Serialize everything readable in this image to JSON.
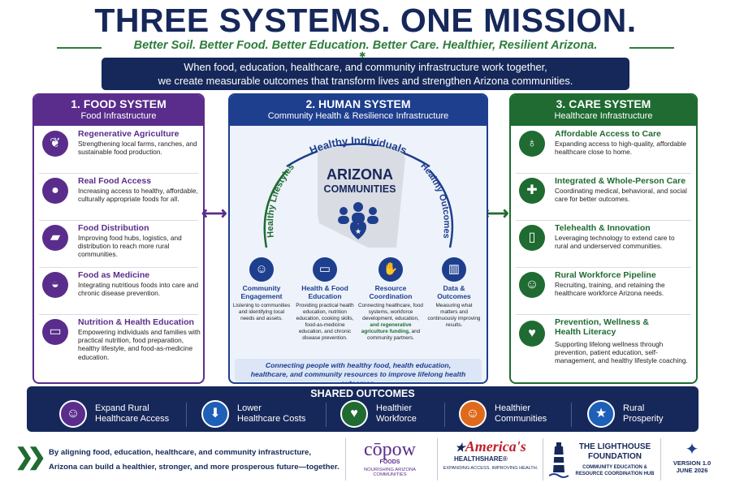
{
  "header": {
    "title": "THREE SYSTEMS. ONE MISSION.",
    "subtitle": "Better Soil. Better Food. Better Education. Better Care. Healthier, Resilient Arizona.",
    "banner_line1": "When food, education, healthcare, and community infrastructure work together,",
    "banner_line2": "we create measurable outcomes that transform lives and strengthen Arizona communities."
  },
  "colors": {
    "navy": "#16285a",
    "purple": "#5a2d8c",
    "blue": "#1e3f8e",
    "green": "#1f6b31",
    "orange": "#e06a1c"
  },
  "food": {
    "title": "1. FOOD SYSTEM",
    "subtitle": "Food Infrastructure",
    "items": [
      {
        "icon": "sprout-icon",
        "title": "Regenerative Agriculture",
        "desc": "Strengthening local farms, ranches, and sustainable food production."
      },
      {
        "icon": "apple-icon",
        "title": "Real Food Access",
        "desc": "Increasing access to healthy, affordable, culturally appropriate foods for all."
      },
      {
        "icon": "truck-icon",
        "title": "Food Distribution",
        "desc": "Improving food hubs, logistics, and distribution to reach more rural communities."
      },
      {
        "icon": "bowl-icon",
        "title": "Food as Medicine",
        "desc": "Integrating nutritious foods into care and chronic disease prevention."
      },
      {
        "icon": "book-icon",
        "title": "Nutrition & Health Education",
        "desc": "Empowering individuals and families with practical nutrition, food preparation, healthy lifestyle, and food-as-medicine education."
      }
    ]
  },
  "human": {
    "title": "2. HUMAN SYSTEM",
    "subtitle": "Community Health & Resilience Infrastructure",
    "arc_top": "Healthy Individuals",
    "arc_left": "Healthy Lifestyles",
    "arc_right": "Healthy Outcomes",
    "center_line1": "ARIZONA",
    "center_line2": "COMMUNITIES",
    "columns": [
      {
        "icon": "people-icon",
        "title": "Community Engagement",
        "desc": "Listening to communities and identifying local needs and assets."
      },
      {
        "icon": "book-apple-icon",
        "title": "Health & Food Education",
        "desc": "Providing practical health education, nutrition education, cooking skills, food-as-medicine education, and chronic disease prevention."
      },
      {
        "icon": "handshake-icon",
        "title": "Resource Coordination",
        "desc_a": "Connecting healthcare, food systems, workforce development, education,",
        "desc_b": "and regenerative agriculture funding,",
        "desc_c": "and community partners."
      },
      {
        "icon": "bar-chart-icon",
        "title": "Data & Outcomes",
        "desc": "Measuring what matters and continuously improving results."
      }
    ],
    "footer_line1": "Connecting people with healthy food, health education,",
    "footer_line2": "healthcare, and community resources to improve lifelong health outcomes."
  },
  "care": {
    "title": "3. CARE SYSTEM",
    "subtitle": "Healthcare Infrastructure",
    "items": [
      {
        "icon": "stethoscope-icon",
        "title": "Affordable Access to Care",
        "desc": "Expanding access to high-quality, affordable healthcare close to home."
      },
      {
        "icon": "monitor-plus-icon",
        "title": "Integrated & Whole-Person Care",
        "desc": "Coordinating medical, behavioral, and social care for better outcomes."
      },
      {
        "icon": "phone-icon",
        "title": "Telehealth & Innovation",
        "desc": "Leveraging technology to extend care to rural and underserved communities."
      },
      {
        "icon": "workforce-icon",
        "title": "Rural Workforce Pipeline",
        "desc": "Recruiting, training, and retaining the healthcare workforce Arizona needs."
      },
      {
        "icon": "heartbeat-icon",
        "title": "Prevention, Wellness & Health Literacy",
        "desc": "Supporting lifelong wellness through prevention, patient education, self-management, and healthy lifestyle coaching."
      }
    ]
  },
  "shared": {
    "title": "SHARED OUTCOMES",
    "items": [
      {
        "icon": "people-icon",
        "line1": "Expand Rural",
        "line2": "Healthcare Access",
        "color": "#5a2d8c"
      },
      {
        "icon": "down-arrow-icon",
        "line1": "Lower",
        "line2": "Healthcare Costs",
        "color": "#1e5fb8"
      },
      {
        "icon": "heart-pulse-icon",
        "line1": "Healthier",
        "line2": "Workforce",
        "color": "#1f6b31"
      },
      {
        "icon": "community-icon",
        "line1": "Healthier",
        "line2": "Communities",
        "color": "#e06a1c"
      },
      {
        "icon": "star-icon",
        "line1": "Rural",
        "line2": "Prosperity",
        "color": "#1e5fb8"
      }
    ]
  },
  "footer": {
    "closing_line1": "By aligning food, education, healthcare, and community infrastructure,",
    "closing_line2": "Arizona can build a healthier, stronger, and more prosperous future—together.",
    "copow_name": "cōpow",
    "copow_sub": "FOODS",
    "copow_tag": "NOURISHING ARIZONA COMMUNITIES",
    "ahs_name": "America's",
    "ahs_sub": "HEALTHSHARE®",
    "ahs_tag": "EXPANDING ACCESS. IMPROVING HEALTH.",
    "lh_name1": "THE LIGHTHOUSE",
    "lh_name2": "FOUNDATION",
    "lh_tag1": "COMMUNITY EDUCATION &",
    "lh_tag2": "RESOURCE COORDINATION HUB",
    "version": "VERSION 1.0",
    "date": "JUNE 2026"
  }
}
